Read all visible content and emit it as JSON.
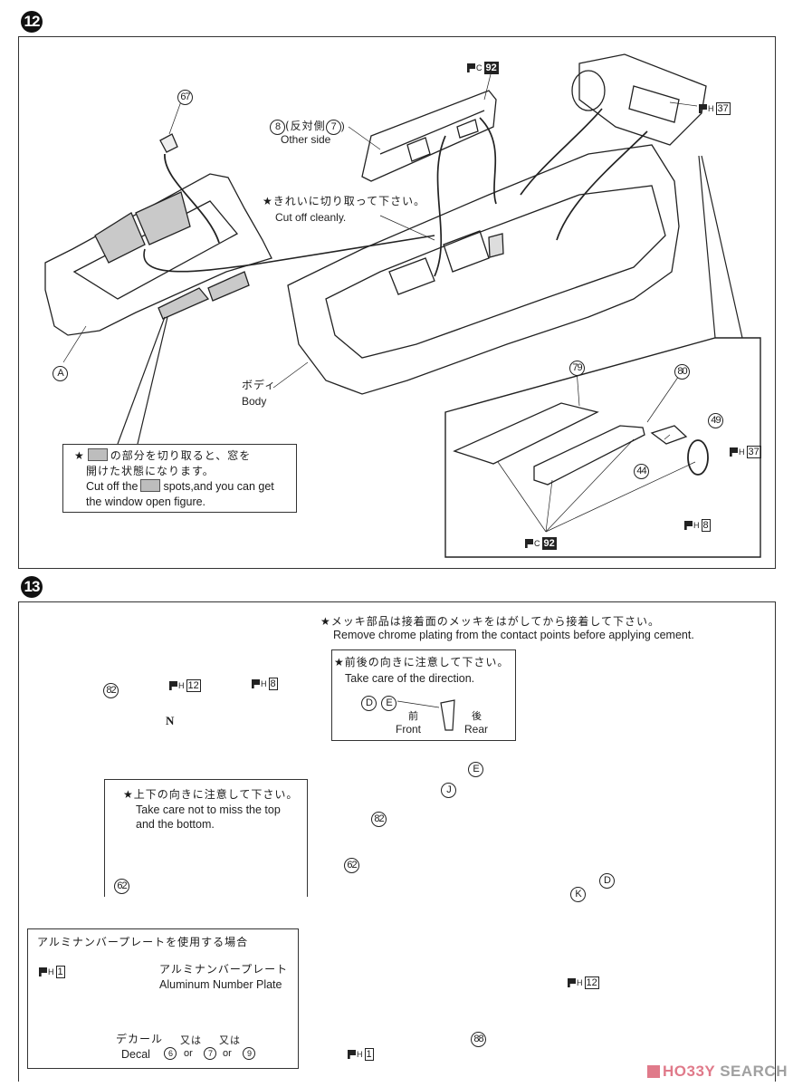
{
  "step12": {
    "number": "12",
    "labels": {
      "part_67": "67",
      "part_8": "8",
      "other_side_jp": "(反対側",
      "part_7": "7",
      "other_side_close": ")",
      "other_side_en": "Other side",
      "cut_clean_jp": "★きれいに切り取って下さい。",
      "cut_clean_en": "Cut off cleanly.",
      "pc92_top": {
        "prefix": "P",
        "sub": "C",
        "num": "92"
      },
      "ph37_top": {
        "prefix": "P",
        "sub": "H",
        "num": "37"
      },
      "part_A": "A",
      "body_jp": "ボディ",
      "body_en": "Body"
    },
    "window_note": {
      "star": "★",
      "jp_line1_after": "の部分を切り取ると、窓を",
      "jp_line2": "開けた状態になります。",
      "en_line1_before": "Cut off the",
      "en_line1_after": "spots,and you can get",
      "en_line2": "the window open figure."
    },
    "detail": {
      "part_79": "79",
      "part_80": "80",
      "part_49": "49",
      "part_44": "44",
      "ph37": {
        "prefix": "P",
        "sub": "H",
        "num": "37"
      },
      "ph8": {
        "prefix": "P",
        "sub": "H",
        "num": "8"
      },
      "pc92": {
        "prefix": "P",
        "sub": "C",
        "num": "92"
      }
    }
  },
  "step13": {
    "number": "13",
    "chrome_note_jp": "★メッキ部品は接着面のメッキをはがしてから接着して下さい。",
    "chrome_note_en": "Remove chrome plating from the contact points before applying cement.",
    "direction_note": {
      "jp": "★前後の向きに注意して下さい。",
      "en": "Take care of the direction.",
      "part_D": "D",
      "part_E": "E",
      "front_jp": "前",
      "front_en": "Front",
      "rear_jp": "後",
      "rear_en": "Rear"
    },
    "grille_detail": {
      "part_82": "82",
      "ph12": {
        "prefix": "P",
        "sub": "H",
        "num": "12"
      },
      "ph8": {
        "prefix": "P",
        "sub": "H",
        "num": "8"
      },
      "emblem": "N"
    },
    "topbottom_note": {
      "jp": "★上下の向きに注意して下さい。",
      "en_line1": "Take care not to miss the top",
      "en_line2": "and the bottom.",
      "part_62": "62"
    },
    "plate_note": {
      "title": "アルミナンバープレートを使用する場合",
      "ph1": {
        "prefix": "P",
        "sub": "H",
        "num": "1"
      },
      "plate_jp": "アルミナンバープレート",
      "plate_en": "Aluminum Number Plate",
      "decal_jp": "デカール",
      "decal_en": "Decal",
      "decal_6": "6",
      "or_jp": "又は",
      "or_en": "or",
      "decal_7": "7",
      "decal_9": "9"
    },
    "labels": {
      "part_82": "82",
      "part_62": "62",
      "part_J": "J",
      "part_E": "E",
      "part_D": "D",
      "part_K": "K",
      "part_88": "88",
      "ph12": {
        "prefix": "P",
        "sub": "H",
        "num": "12"
      },
      "ph1": {
        "prefix": "P",
        "sub": "H",
        "num": "1"
      }
    }
  },
  "watermark": {
    "brand": "HO33Y",
    "suffix": "SEARCH",
    "color": "#e07a8a",
    "suffix_color": "#a0a0a0"
  }
}
